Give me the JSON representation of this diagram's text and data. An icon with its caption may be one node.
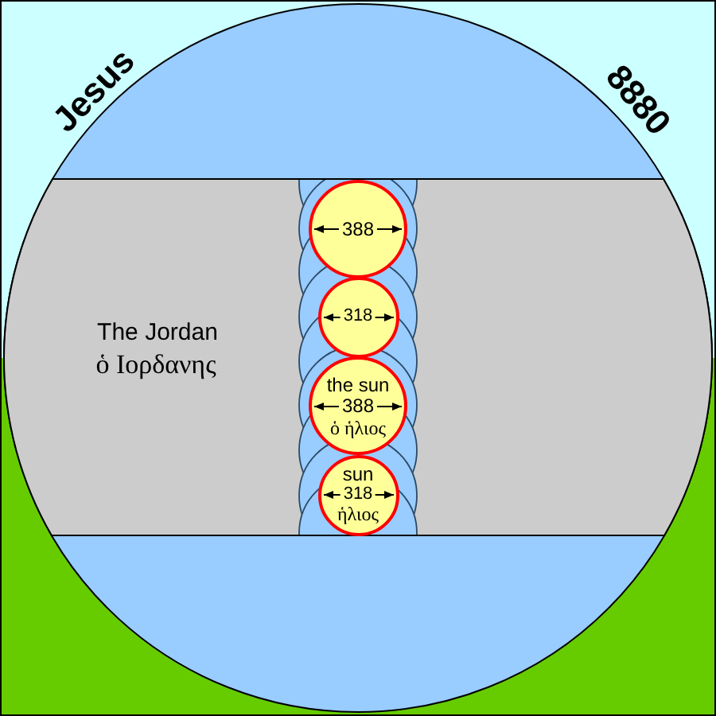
{
  "diagram": {
    "nodes": [
      {
        "text": [
          "Jesus",
          "8880"
        ]
      },
      {
        "text": [
          "The Jordan",
          "ὁ Ιορδανης"
        ],
        "in": 0
      },
      {
        "text": [
          "388"
        ],
        "in": 1
      },
      {
        "text": [
          "318"
        ],
        "in": 1
      },
      {
        "text": [
          "the sun",
          "388",
          "ὁ ἡλιος"
        ],
        "in": 1
      },
      {
        "text": [
          "sun",
          "318",
          "ἡλιος"
        ],
        "in": 1
      }
    ]
  }
}
